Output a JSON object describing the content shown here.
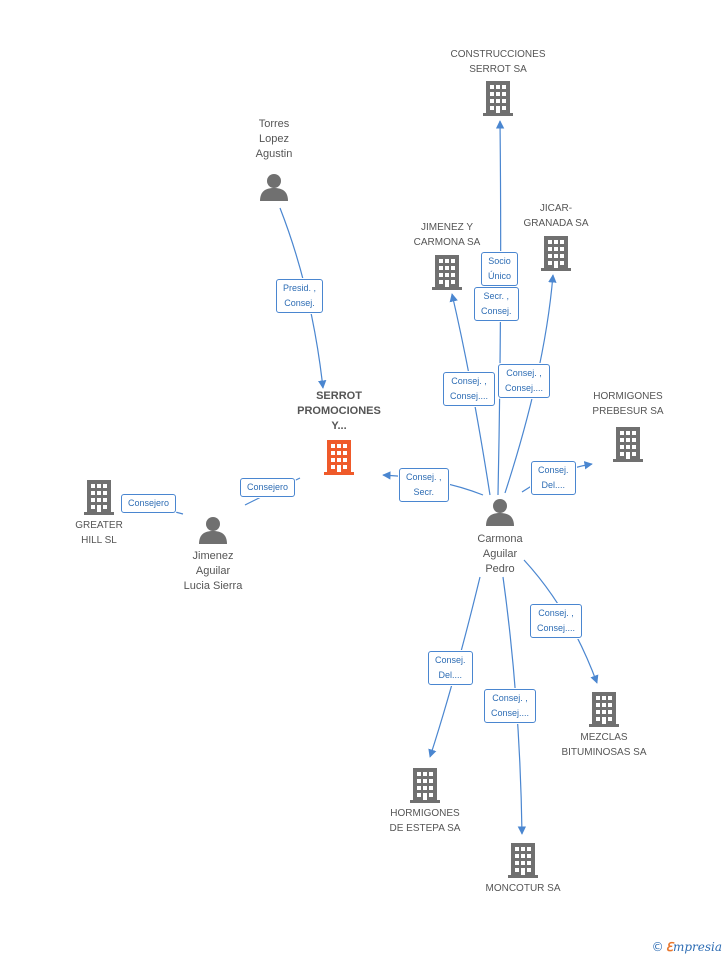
{
  "colors": {
    "edge": "#4a86d0",
    "icon": "#707070",
    "main_icon": "#ef5a2a",
    "text": "#555555"
  },
  "nodes": {
    "construcciones": {
      "label": "CONSTRUCCIONES\nSERROT SA",
      "icon": "building-icon"
    },
    "torres": {
      "label": "Torres\nLopez\nAgustin",
      "icon": "person-icon"
    },
    "jimenez_carmona": {
      "label": "JIMENEZ Y\nCARMONA SA",
      "icon": "building-icon"
    },
    "jicar": {
      "label": "JICAR-\nGRANADA SA",
      "icon": "building-icon"
    },
    "hormigones_prebesur": {
      "label": "HORMIGONES\nPREBESUR SA",
      "icon": "building-icon"
    },
    "serrot": {
      "label": "SERROT\nPROMOCIONES\nY...",
      "icon": "building-icon"
    },
    "greater": {
      "label": "GREATER\nHILL SL",
      "icon": "building-icon"
    },
    "jimenez_aguilar": {
      "label": "Jimenez\nAguilar\nLucia Sierra",
      "icon": "person-icon"
    },
    "carmona": {
      "label": "Carmona\nAguilar\nPedro",
      "icon": "person-icon"
    },
    "mezclas": {
      "label": "MEZCLAS\nBITUMINOSAS SA",
      "icon": "building-icon"
    },
    "hormigones_estepa": {
      "label": "HORMIGONES\nDE ESTEPA SA",
      "icon": "building-icon"
    },
    "moncotur": {
      "label": "MONCOTUR SA",
      "icon": "building-icon"
    }
  },
  "edges": {
    "torres_serrot": "Presid. ,\nConsej.",
    "carmona_construcciones": "Socio\nÚnico",
    "carmona_construcciones_2": "Secr. ,\nConsej.",
    "carmona_jimenez_carmona": "Consej. ,\nConsej....",
    "carmona_jicar": "Consej. ,\nConsej....",
    "carmona_prebesur": "Consej.\nDel....",
    "carmona_serrot": "Consej. ,\nSecr.",
    "jimenez_serrot": "Consejero",
    "jimenez_greater": "Consejero",
    "carmona_mezclas": "Consej. ,\nConsej....",
    "carmona_estepa": "Consej.\nDel....",
    "carmona_moncotur": "Consej. ,\nConsej...."
  },
  "footer": {
    "copyright": "©",
    "brand_first": "ℇ",
    "brand_rest": "mpresia"
  }
}
